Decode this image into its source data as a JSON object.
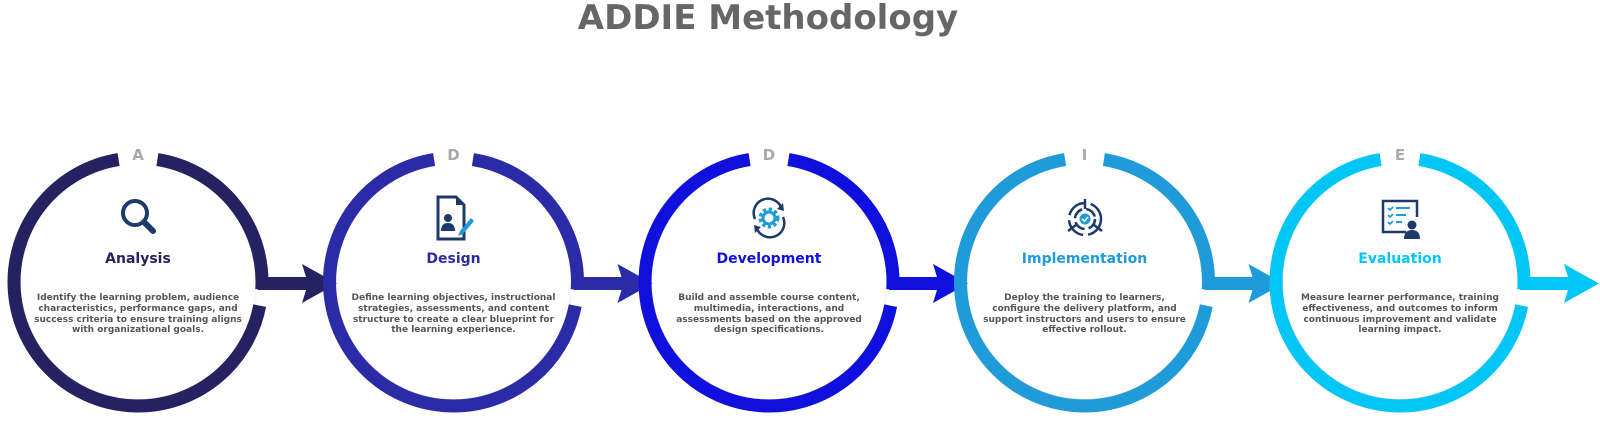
{
  "title": "ADDIE Methodology",
  "stages": [
    {
      "letter": "A",
      "title": "Analysis",
      "color": "#262262",
      "icon": "magnifier-icon",
      "description": "Identify the learning problem, audience characteristics, performance gaps, and success criteria to ensure training aligns with organizational goals."
    },
    {
      "letter": "D",
      "title": "Design",
      "color": "#2b2ba8",
      "icon": "document-edit-icon",
      "description": "Define learning objectives, instructional strategies, assessments, and content structure to create a clear blueprint for the learning experience."
    },
    {
      "letter": "D",
      "title": "Development",
      "color": "#1010de",
      "icon": "gear-cycle-icon",
      "description": "Build and assemble course content, multimedia, interactions, and assessments based on the approved design specifications."
    },
    {
      "letter": "I",
      "title": "Implementation",
      "color": "#1e9bd8",
      "icon": "target-check-icon",
      "description": "Deploy the training to learners, configure the delivery platform, and support instructors and users to ensure effective rollout."
    },
    {
      "letter": "E",
      "title": "Evaluation",
      "color": "#00c6f6",
      "icon": "checklist-user-icon",
      "description": "Measure learner performance, training effectiveness, and outcomes to inform continuous improvement and validate learning impact."
    }
  ]
}
